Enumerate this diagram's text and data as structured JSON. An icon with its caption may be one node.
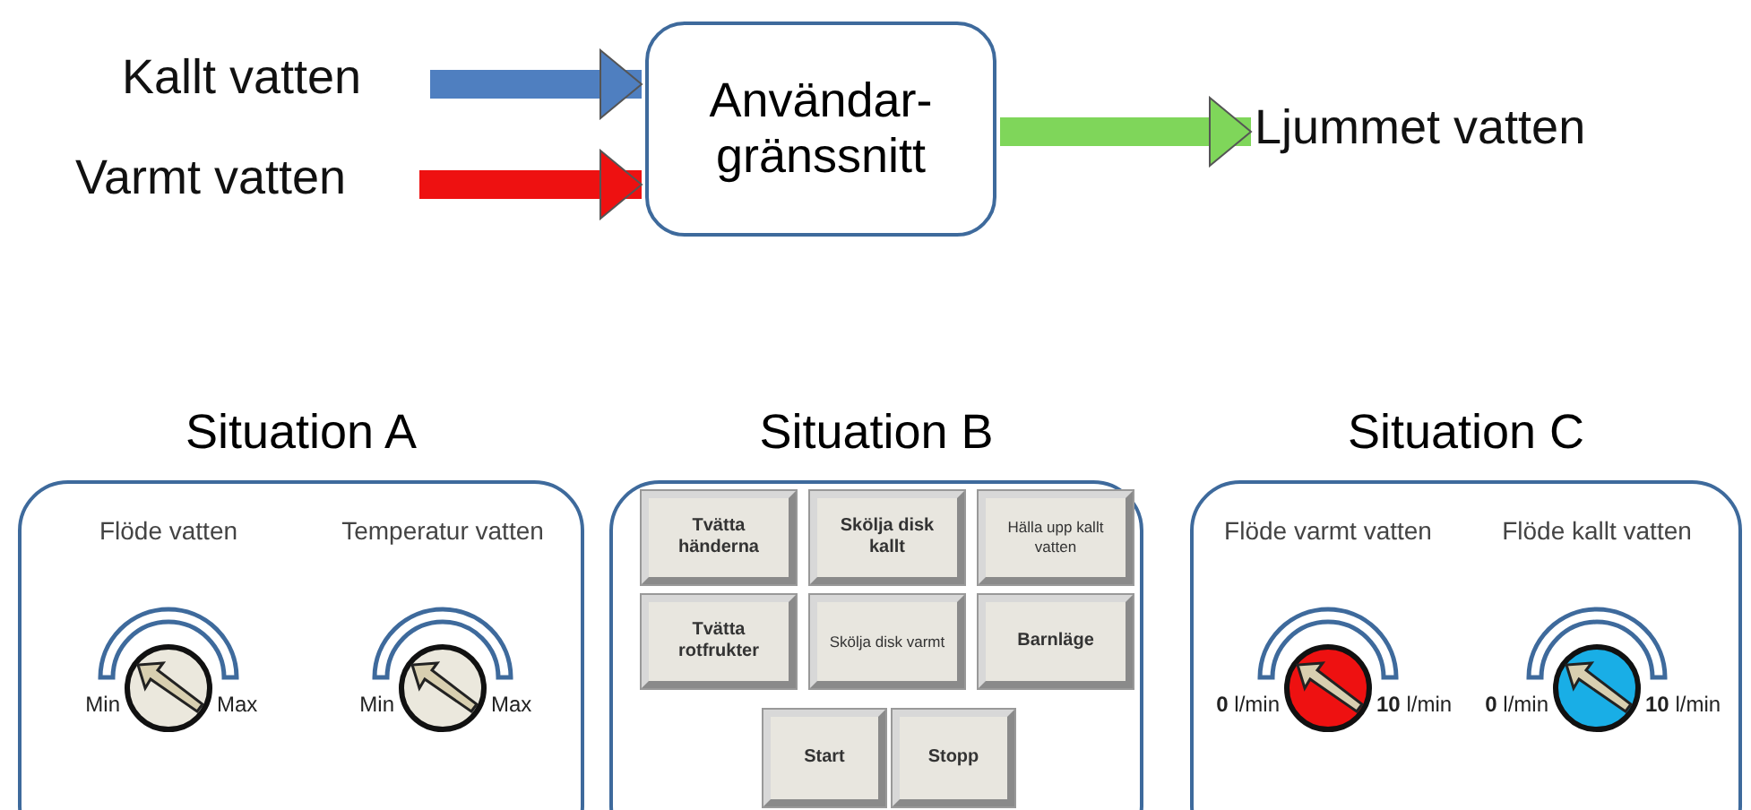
{
  "diagram": {
    "nodes": [
      {
        "text": [
          "Kallt vatten"
        ]
      },
      {
        "text": [
          "Varmt vatten"
        ]
      },
      {
        "text": [
          "Användar-gränssnitt"
        ]
      },
      {
        "text": [
          "Ljummet vatten"
        ]
      },
      {
        "text": [
          "Situation A"
        ]
      },
      {
        "text": [
          "Flöde vatten",
          "Min",
          "Max"
        ],
        "in": 4
      },
      {
        "text": [
          "Temperatur vatten",
          "Min",
          "Max"
        ],
        "in": 4
      },
      {
        "text": [
          "Situation B"
        ]
      },
      {
        "text": [
          "Tvätta händerna"
        ],
        "in": 7
      },
      {
        "text": [
          "Skölja disk kallt"
        ],
        "in": 7
      },
      {
        "text": [
          "Hälla upp kallt vatten"
        ],
        "in": 7
      },
      {
        "text": [
          "Tvätta rotfrukter"
        ],
        "in": 7
      },
      {
        "text": [
          "Skölja disk varmt"
        ],
        "in": 7
      },
      {
        "text": [
          "Barnläge"
        ],
        "in": 7
      },
      {
        "text": [
          "Start"
        ],
        "in": 7
      },
      {
        "text": [
          "Stopp"
        ],
        "in": 7
      },
      {
        "text": [
          "Situation C"
        ]
      },
      {
        "text": [
          "Flöde varmt vatten",
          "**0** l/min",
          "**10** l/min"
        ],
        "in": 16
      },
      {
        "text": [
          "Flöde kallt vatten",
          "**0** l/min",
          "**10** l/min"
        ],
        "in": 16
      }
    ],
    "edges": [
      {
        "from": 0,
        "to": 2,
        "arrow": "to",
        "color": "#4f7fc0"
      },
      {
        "from": 1,
        "to": 2,
        "arrow": "to",
        "color": "#ee1111"
      },
      {
        "from": 2,
        "to": 3,
        "arrow": "to",
        "color": "#7fd65a"
      }
    ]
  }
}
